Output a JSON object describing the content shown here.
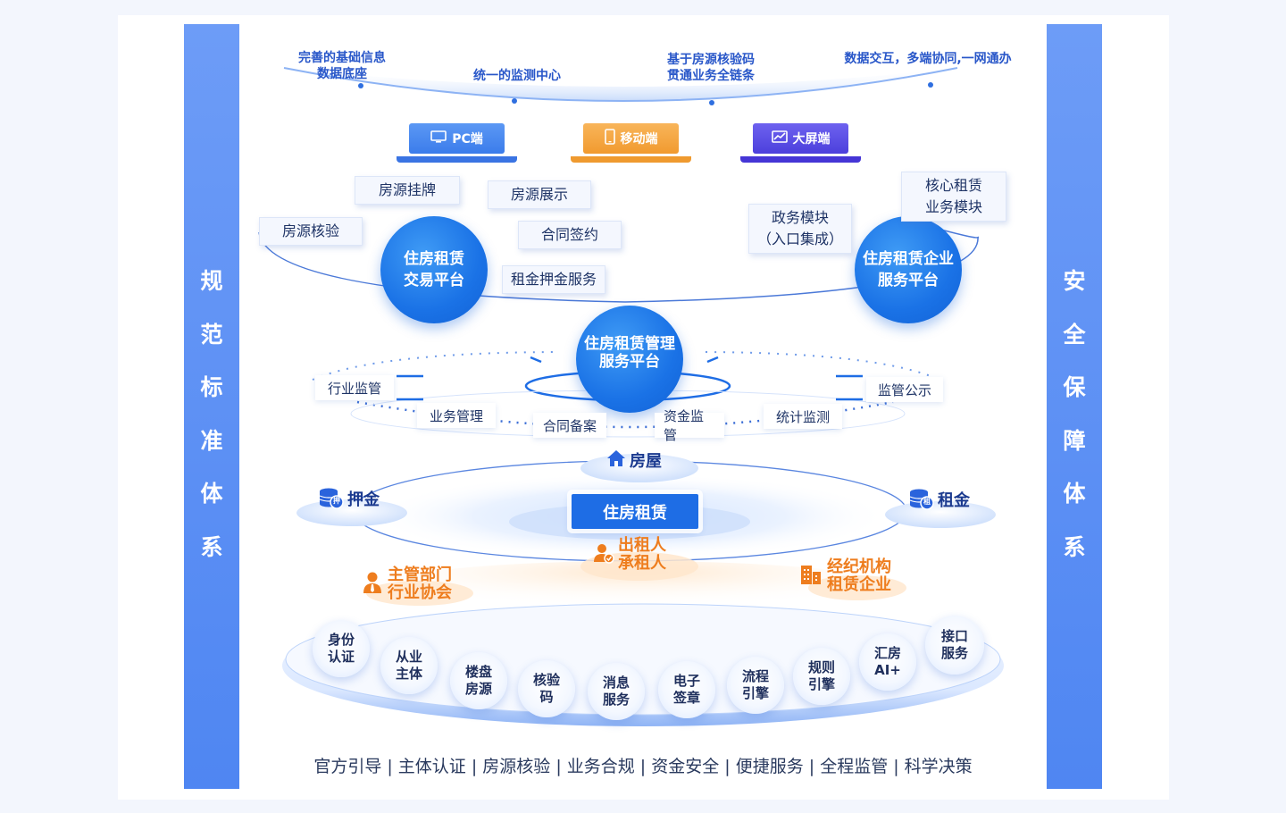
{
  "left_pillar": [
    "规",
    "范",
    "标",
    "准",
    "体",
    "系"
  ],
  "right_pillar": [
    "安",
    "全",
    "保",
    "障",
    "体",
    "系"
  ],
  "top_arc_items": [
    {
      "line1": "完善的基础信息",
      "line2": "数据底座"
    },
    {
      "line1": "统一的监测中心",
      "line2": ""
    },
    {
      "line1": "基于房源核验码",
      "line2": "贯通业务全链条"
    },
    {
      "line1": "数据交互，多端协同,一网通办",
      "line2": ""
    }
  ],
  "devices": [
    {
      "label": "PC端",
      "icon": "monitor-icon",
      "color": "#4a8bf0"
    },
    {
      "label": "移动端",
      "icon": "mobile-icon",
      "color": "#f5a640"
    },
    {
      "label": "大屏端",
      "icon": "chart-screen-icon",
      "color": "#5d4ee6"
    }
  ],
  "left_platform": {
    "name_line1": "住房租赁",
    "name_line2": "交易平台",
    "tags": [
      "房源挂牌",
      "房源展示",
      "房源核验",
      "合同签约",
      "租金押金服务"
    ]
  },
  "right_platform": {
    "name_line1": "住房租赁企业",
    "name_line2": "服务平台",
    "tags": [
      {
        "line1": "核心租赁",
        "line2": "业务模块"
      },
      {
        "line1": "政务模块",
        "line2": "（入口集成）"
      }
    ]
  },
  "center_platform": {
    "name_line1": "住房租赁管理",
    "name_line2": "服务平台",
    "tags": [
      "行业监管",
      "业务管理",
      "合同备案",
      "资金监管",
      "统计监测",
      "监管公示"
    ]
  },
  "ecosystem": {
    "center": "住房租赁",
    "house": "房屋",
    "deposit": "押金",
    "deposit_badge": "押",
    "rent": "租金",
    "rent_badge": "租",
    "people_line1": "出租人",
    "people_line2": "承租人",
    "gov_line1": "主管部门",
    "gov_line2": "行业协会",
    "agency_line1": "经纪机构",
    "agency_line2": "租赁企业"
  },
  "capabilities": [
    {
      "line1": "身份",
      "line2": "认证"
    },
    {
      "line1": "从业",
      "line2": "主体"
    },
    {
      "line1": "楼盘",
      "line2": "房源"
    },
    {
      "line1": "核验",
      "line2": "码"
    },
    {
      "line1": "消息",
      "line2": "服务"
    },
    {
      "line1": "电子",
      "line2": "签章"
    },
    {
      "line1": "流程",
      "line2": "引擎"
    },
    {
      "line1": "规则",
      "line2": "引擎"
    },
    {
      "line1": "汇房",
      "line2": "AI+"
    },
    {
      "line1": "接口",
      "line2": "服务"
    }
  ],
  "bottom_tagline": "官方引导 | 主体认证 | 房源核验 | 业务合规 | 资金安全 | 便捷服务 | 全程监管 | 科学决策",
  "colors": {
    "primary": "#1e6de5",
    "pillar": "#5a8ff4",
    "orange": "#ee7d1e",
    "purple": "#5d4ee6"
  }
}
